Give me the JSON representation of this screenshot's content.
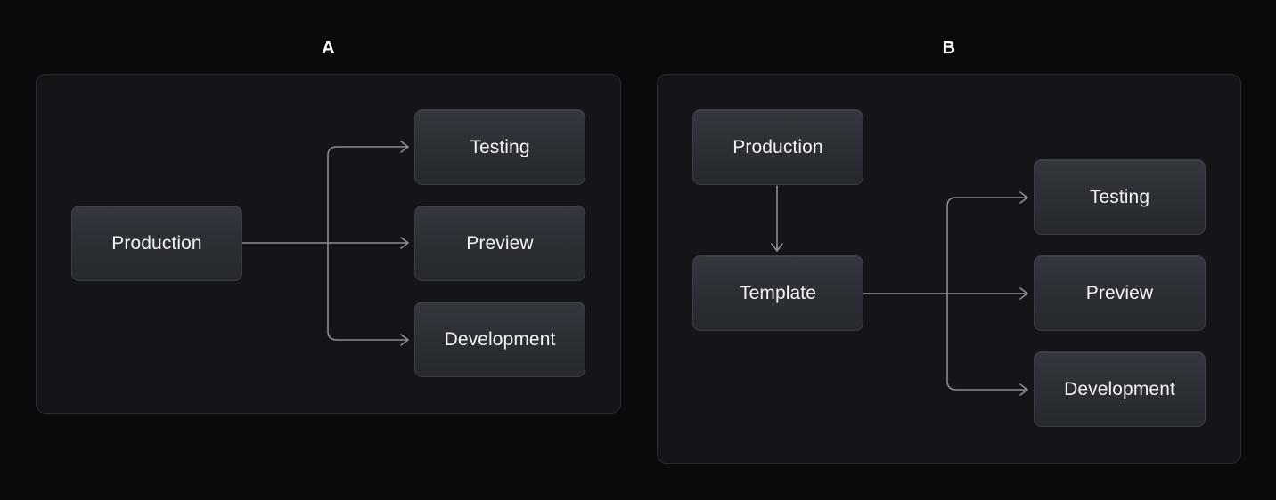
{
  "page": {
    "background_color": "#0a0a0b",
    "panel_fill": "#141518",
    "panel_border": "#2a2c31",
    "node_border": "#3b3e45",
    "node_text_color": "#f2f3f5",
    "edge_color": "#8a8d93",
    "label_color": "#ffffff"
  },
  "diagrams": [
    {
      "id": "diagram-a",
      "label": "A",
      "nodes": {
        "source": "Production",
        "targets": [
          "Testing",
          "Preview",
          "Development"
        ]
      }
    },
    {
      "id": "diagram-b",
      "label": "B",
      "nodes": {
        "source": "Production",
        "intermediate": "Template",
        "targets": [
          "Testing",
          "Preview",
          "Development"
        ]
      }
    }
  ]
}
